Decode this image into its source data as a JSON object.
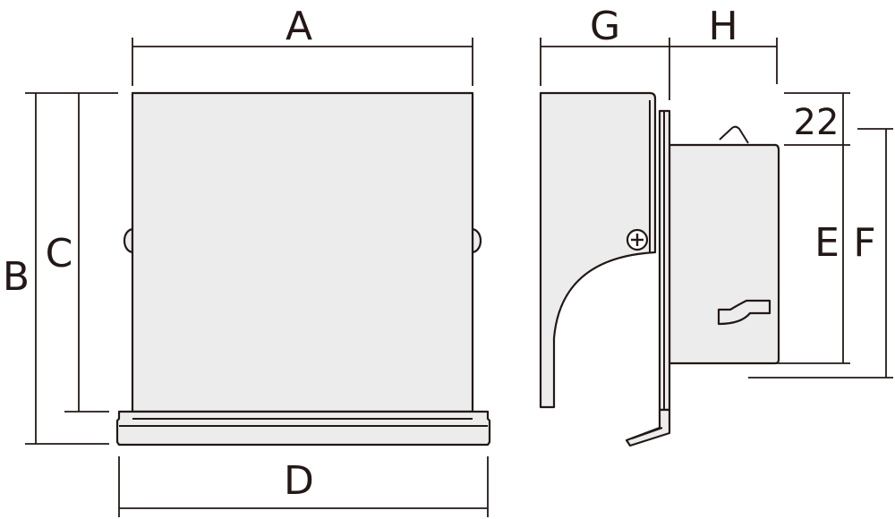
{
  "front_view": {
    "width_label": "A",
    "overall_height_label": "B",
    "body_height_label": "C",
    "base_width_label": "D"
  },
  "side_view": {
    "depth_label": "G",
    "projection_label": "H",
    "offset_value": "22",
    "inner_height_label": "E",
    "outer_height_label": "F"
  },
  "colors": {
    "line": "#231815",
    "fill": "#ececec"
  }
}
